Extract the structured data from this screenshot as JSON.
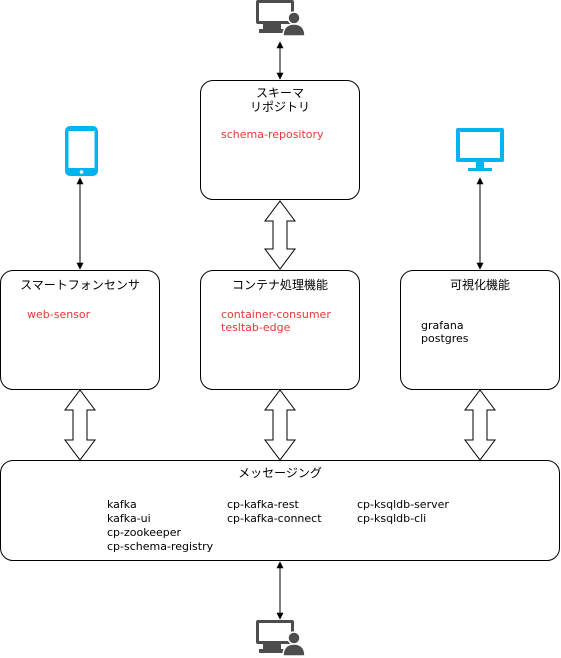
{
  "boxes": {
    "schema": {
      "title_line1": "スキーマ",
      "title_line2": "リポジトリ",
      "items": [
        "schema-repository"
      ]
    },
    "sensor": {
      "title": "スマートフォンセンサ",
      "items": [
        "web-sensor"
      ]
    },
    "container": {
      "title": "コンテナ処理機能",
      "items": [
        "container-consumer",
        "tesltab-edge"
      ]
    },
    "visual": {
      "title": "可視化機能",
      "items": [
        "grafana",
        "postgres"
      ]
    },
    "messaging": {
      "title": "メッセージング",
      "col1": [
        "kafka",
        "kafka-ui",
        "cp-zookeeper",
        "cp-schema-registry"
      ],
      "col2": [
        "cp-kafka-rest",
        "cp-kafka-connect"
      ],
      "col3": [
        "cp-ksqldb-server",
        "cp-ksqldb-cli"
      ]
    }
  },
  "colors": {
    "highlight_text": "#e53935",
    "device_icon": "#00b4f0",
    "user_icon": "#4d4d4d",
    "stroke": "#000000"
  },
  "icons": [
    "user-at-computer-icon",
    "smartphone-icon",
    "monitor-icon"
  ]
}
